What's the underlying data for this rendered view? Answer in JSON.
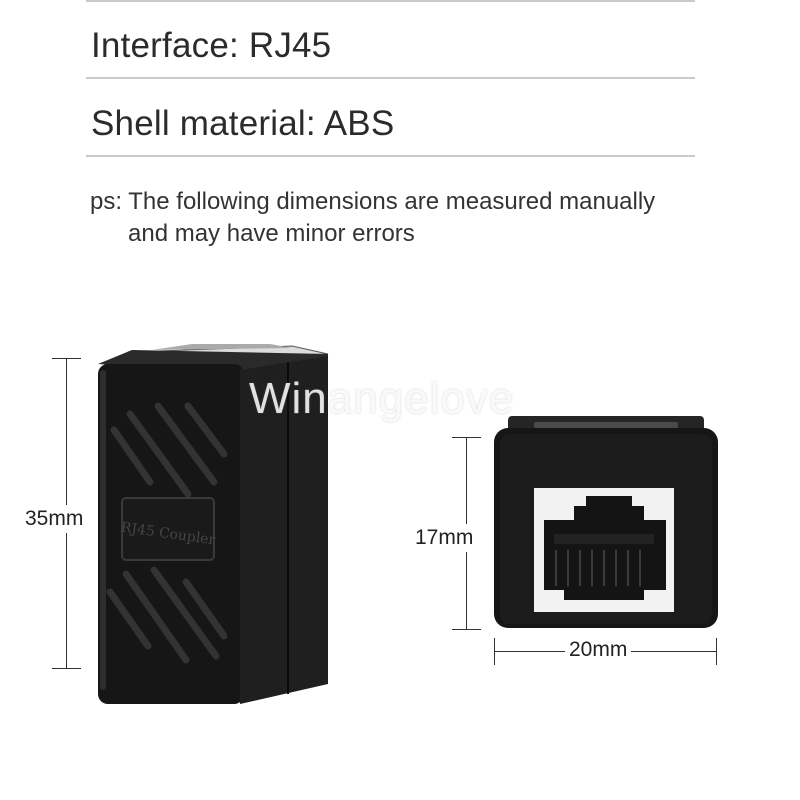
{
  "specs": [
    {
      "text": "Interface: RJ45"
    },
    {
      "text": "Shell material: ABS"
    }
  ],
  "note": {
    "line1": "ps: The following dimensions are measured manually",
    "line2": "and may have minor errors"
  },
  "dimensions": {
    "height_left": "35mm",
    "height_right": "17mm",
    "width_right": "20mm"
  },
  "product_labels": {
    "side_text": "RJ45 Coupler"
  },
  "watermark": "Winangelove",
  "colors": {
    "shell": "#161616",
    "shell_highlight": "#2e2e2e",
    "port_insert": "#f2f2f2",
    "rule": "#c9c9c9"
  }
}
